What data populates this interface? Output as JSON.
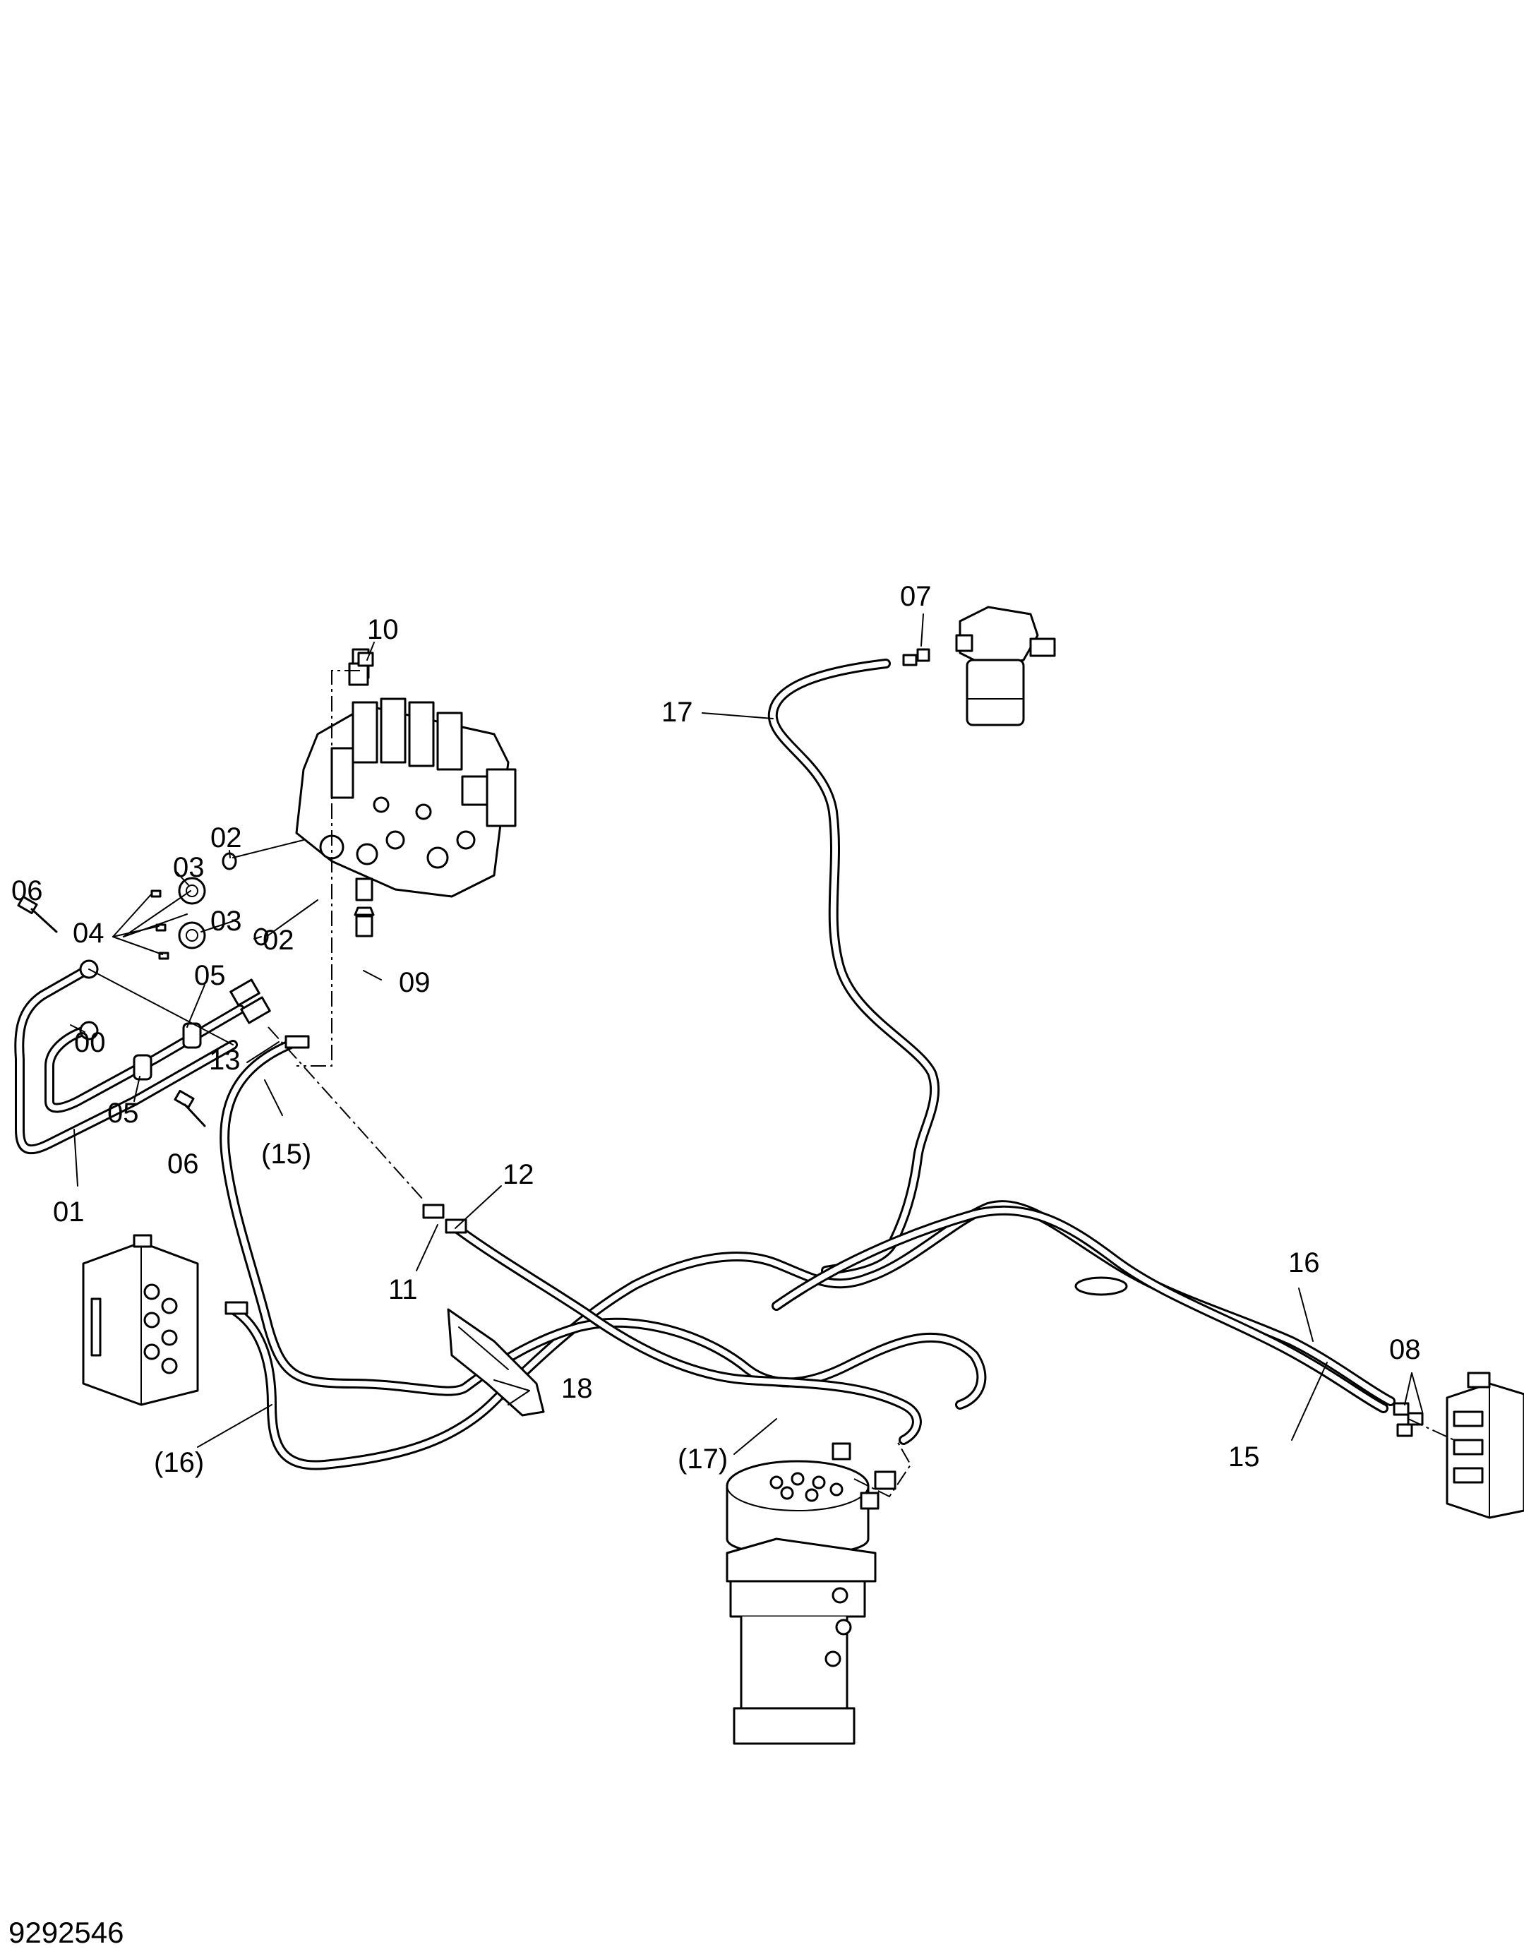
{
  "callouts": {
    "c00": "00",
    "c01": "01",
    "c02a": "02",
    "c02b": "02",
    "c03a": "03",
    "c03b": "03",
    "c04": "04",
    "c05a": "05",
    "c05b": "05",
    "c06a": "06",
    "c06b": "06",
    "c07": "07",
    "c08": "08",
    "c09": "09",
    "c10": "10",
    "c11": "11",
    "c12": "12",
    "c13": "13",
    "c15": "15",
    "c15p": "(15)",
    "c16": "16",
    "c16p": "(16)",
    "c17": "17",
    "c17p": "(17)",
    "c18": "18"
  },
  "document_id": "9292546"
}
